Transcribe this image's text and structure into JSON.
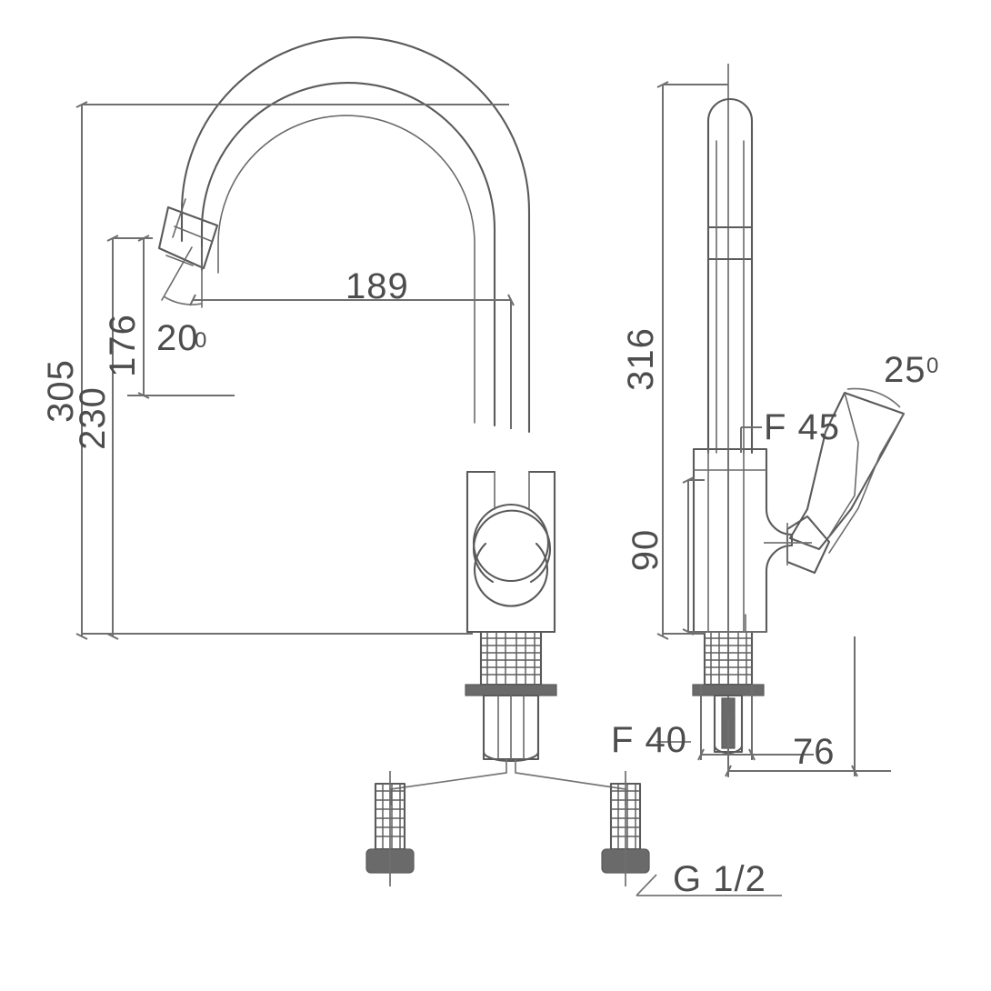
{
  "document": {
    "type": "technical-drawing",
    "subject": "single-lever kitchen mixer faucet",
    "views": [
      "front-elevation",
      "side-elevation"
    ],
    "line_color": "#5a5a5a",
    "background_color": "#ffffff"
  },
  "dimensions": {
    "total_height": "305",
    "spout_height": "230",
    "aerator_height": "176",
    "spout_reach": "189",
    "side_total_height": "316",
    "body_height": "90",
    "base_depth": "76",
    "shank_thread": "F 40",
    "handle_clearance": "F 45",
    "inlet_thread": "G 1/2"
  },
  "angles": {
    "aerator_angle": "20",
    "aerator_angle_unit": "0",
    "handle_angle": "25",
    "handle_angle_unit": "0"
  },
  "labels": {
    "dim_305": "305",
    "dim_230": "230",
    "dim_176": "176",
    "dim_189": "189",
    "dim_316": "316",
    "dim_90": "90",
    "dim_76": "76",
    "label_f40": "F 40",
    "label_f45": "F 45",
    "label_g12": "G 1/2",
    "angle_20": "20",
    "angle_20_sup": "0",
    "angle_25": "25",
    "angle_25_sup": "0"
  }
}
